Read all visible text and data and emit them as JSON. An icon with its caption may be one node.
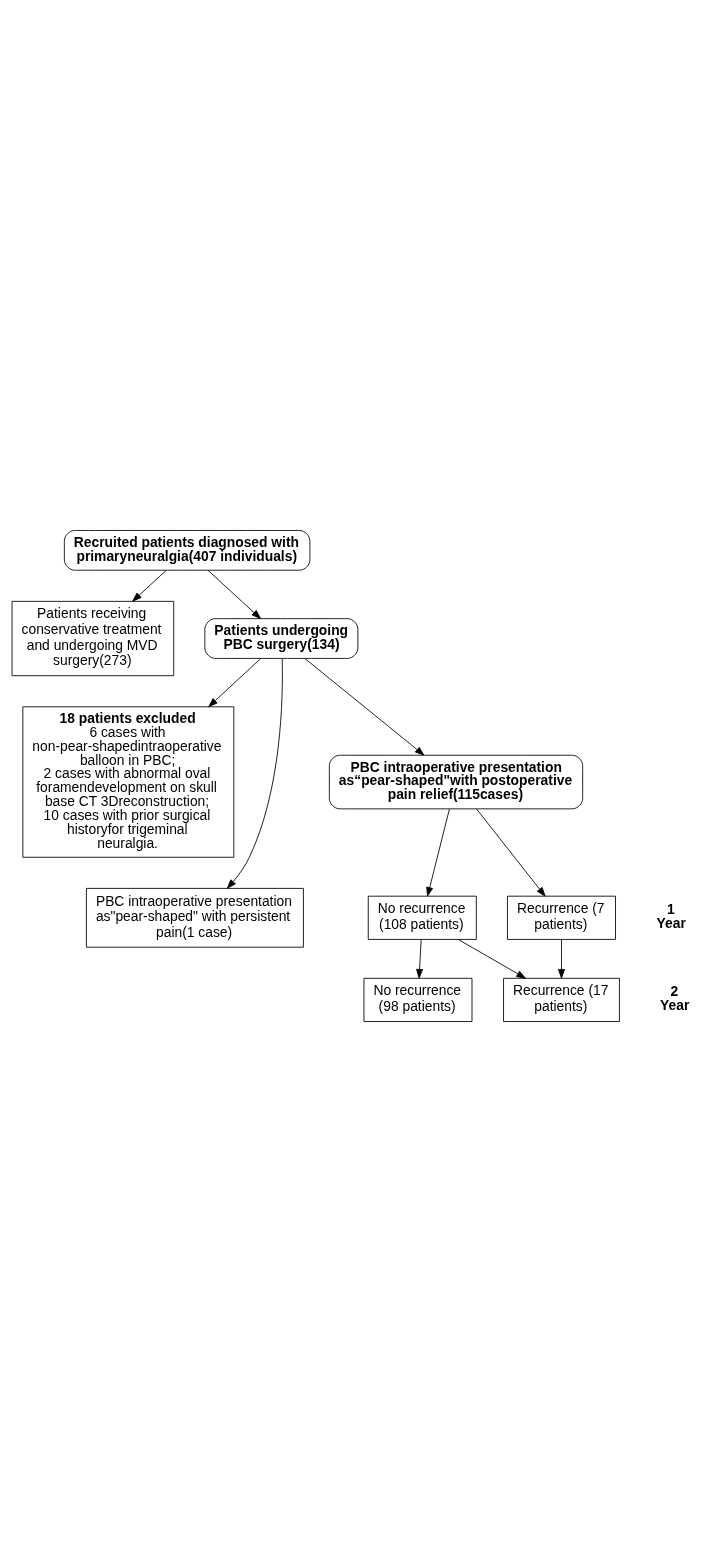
{
  "diagram": {
    "nodes": [
      {
        "text": [
          "Recruited patients diagnosed with primaryneuralgia(407 individuals)"
        ]
      },
      {
        "text": [
          "Patients receiving conservative treatment and undergoing MVD surgery(273)"
        ]
      },
      {
        "text": [
          "Patients undergoing PBC surgery(134)"
        ]
      },
      {
        "text": [
          "18 patients excluded",
          "6 cases with non-pear-shapedintraoperative balloon in PBC;",
          "2 cases with abnormal oval foramendevelopment on skull base CT 3Dreconstruction;",
          "10 cases with prior surgical historyfor trigeminal neuralgia."
        ]
      },
      {
        "text": [
          "PBC intraoperative presentation as\"pear-shaped\" with persistent pain(1 case)"
        ]
      },
      {
        "text": [
          "PBC intraoperative presentation as“pear-shaped\"with postoperative pain relief(115cases)"
        ]
      },
      {
        "text": [
          "No recurrence (108 patients)"
        ]
      },
      {
        "text": [
          "Recurrence (7 patients)"
        ]
      },
      {
        "text": [
          "No recurrence (98 patients)"
        ]
      },
      {
        "text": [
          "Recurrence (17 patients)"
        ]
      }
    ],
    "edges": [
      {
        "from": 0,
        "to": 2,
        "arrow": "to"
      },
      {
        "from": 0,
        "to": 1,
        "arrow": "to"
      },
      {
        "from": 2,
        "to": 3,
        "arrow": "to"
      },
      {
        "from": 2,
        "to": 4,
        "arrow": "to"
      },
      {
        "from": 2,
        "to": 5,
        "arrow": "to"
      },
      {
        "from": 5,
        "to": 6,
        "arrow": "to"
      },
      {
        "from": 5,
        "to": 7,
        "arrow": "to"
      },
      {
        "from": 6,
        "to": 8,
        "arrow": "to"
      },
      {
        "from": 6,
        "to": 9,
        "arrow": "to"
      },
      {
        "from": 7,
        "to": 9,
        "arrow": "to"
      }
    ],
    "labels": [
      "1 Year",
      "2 Year"
    ]
  }
}
